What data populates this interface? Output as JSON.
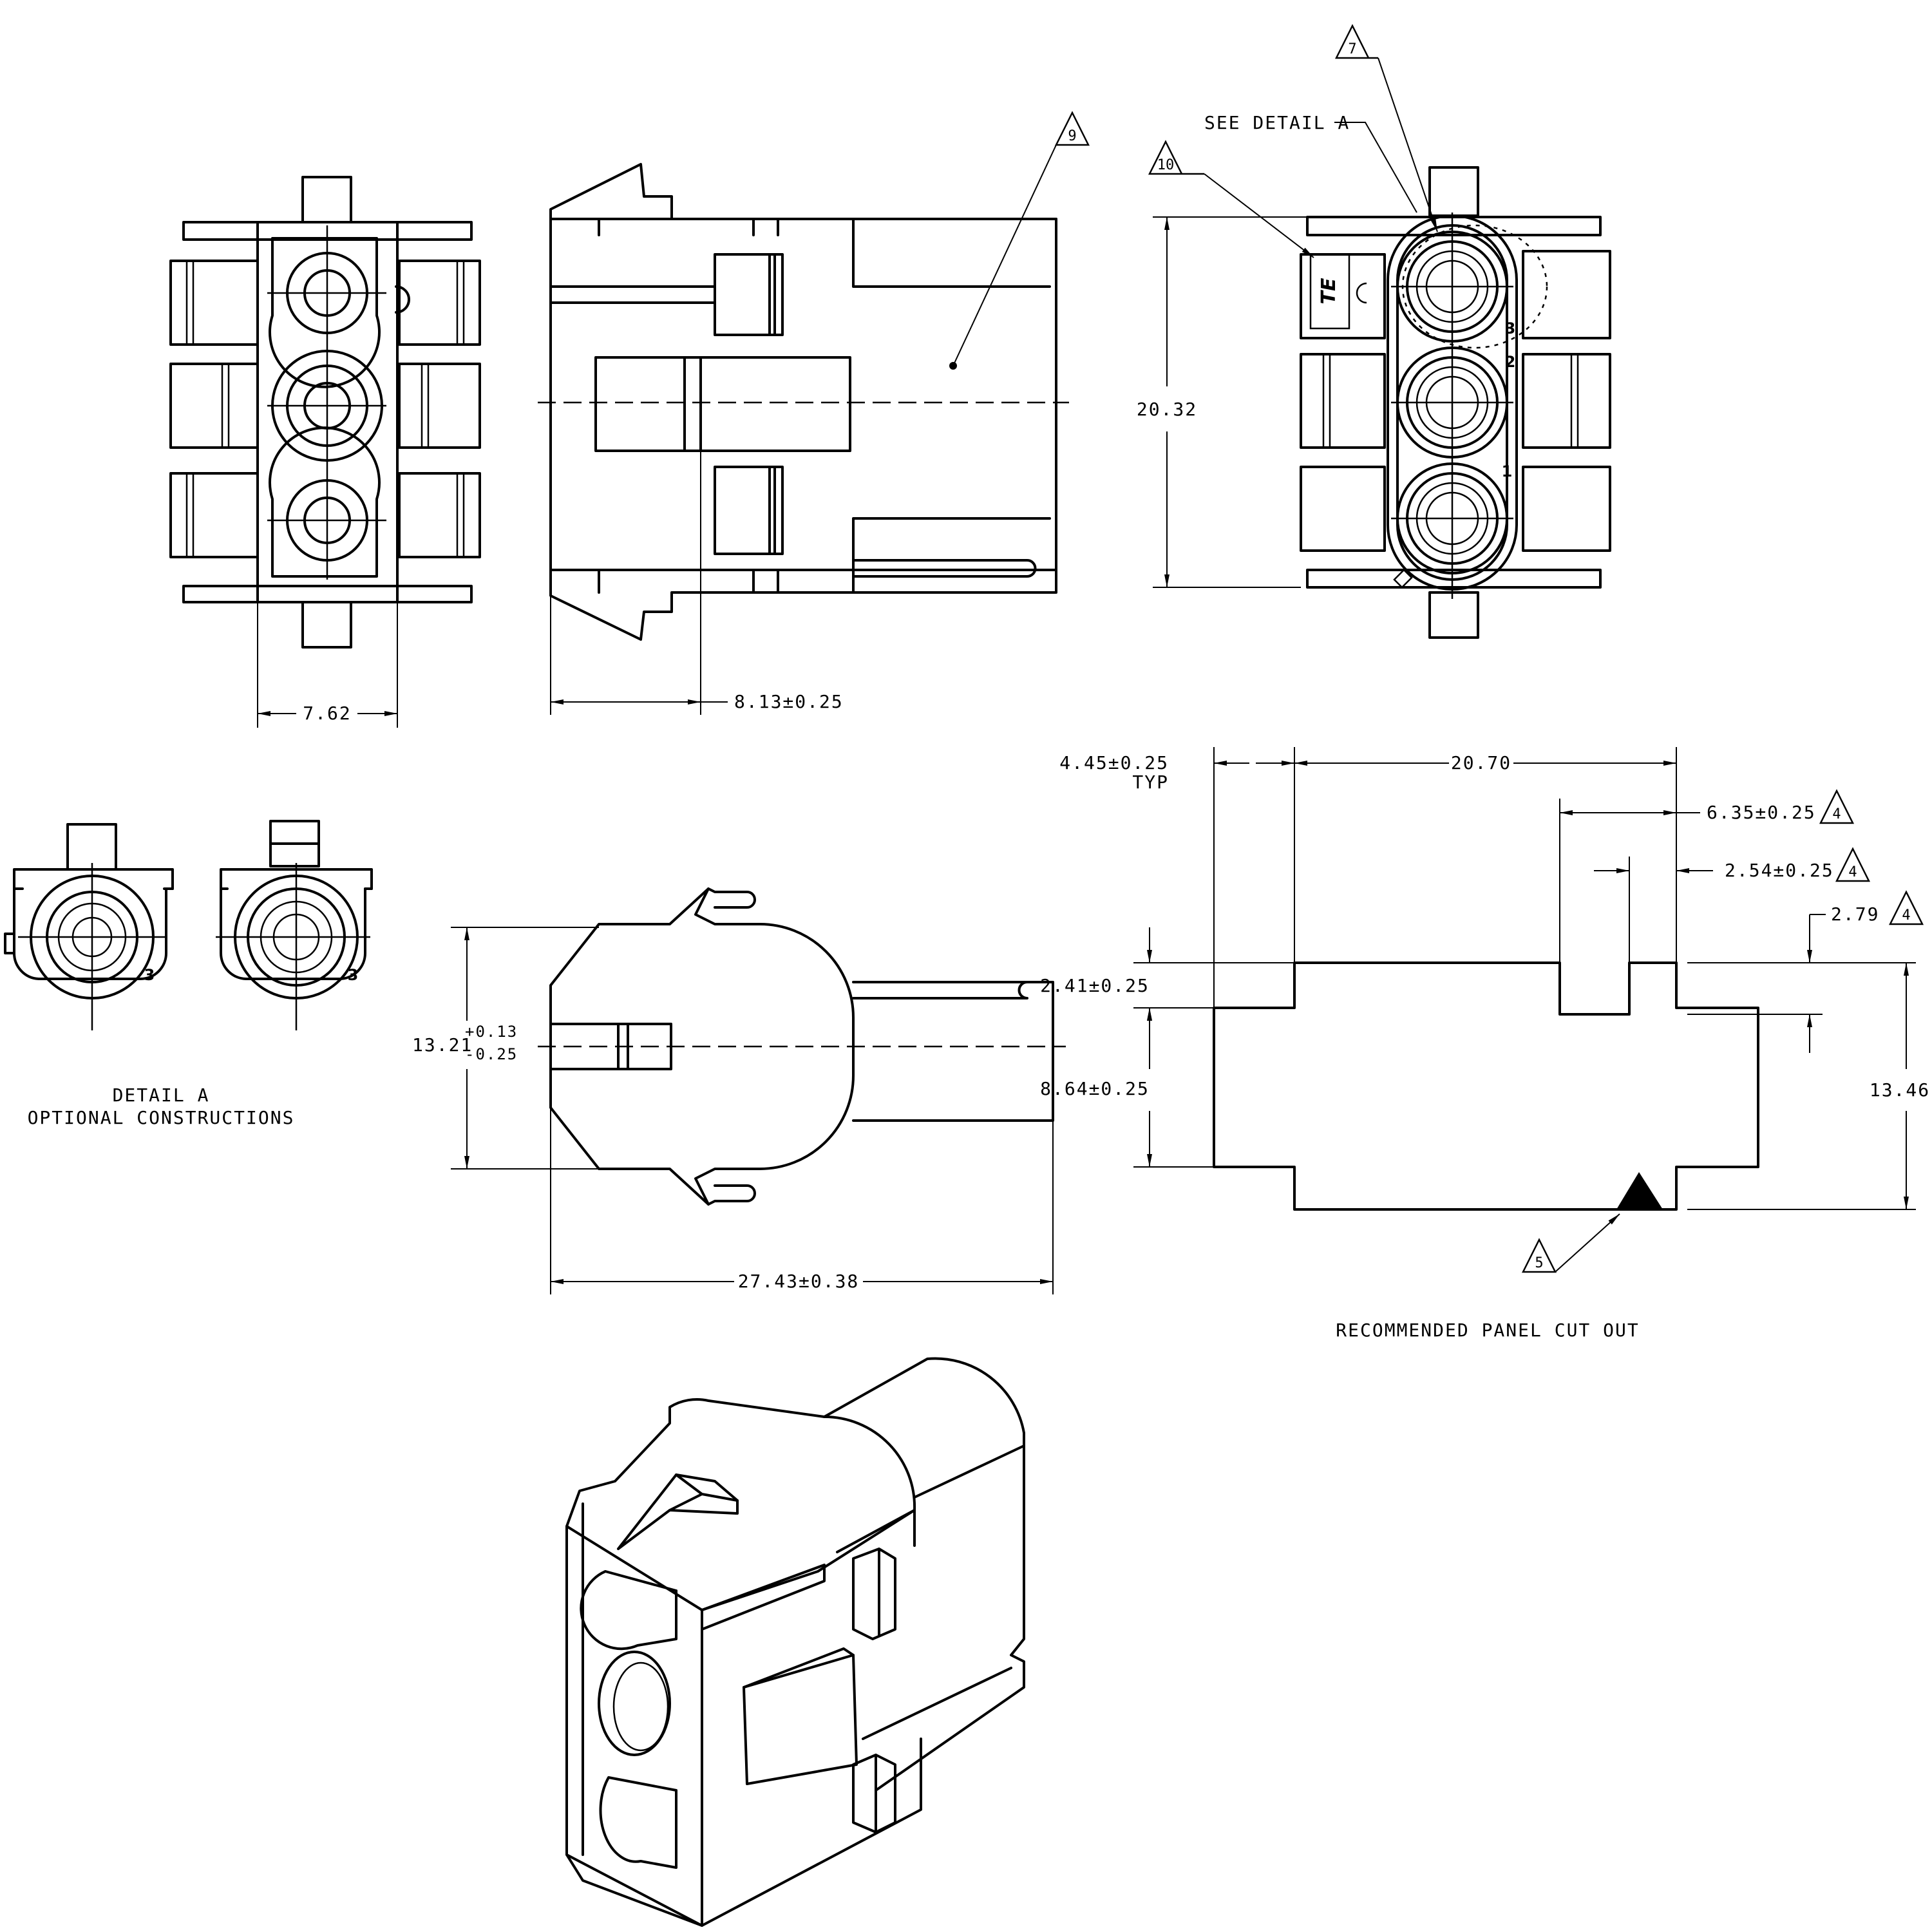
{
  "views": {
    "front_view": {},
    "side_view": {},
    "mating_face": {
      "circuit_numbers": [
        "1",
        "2",
        "3"
      ]
    },
    "detail_a": {
      "caption_line1": "DETAIL A",
      "caption_line2": "OPTIONAL CONSTRUCTIONS",
      "circuit_number": "3"
    },
    "top_view": {},
    "panel_cut_out": {
      "caption": "RECOMMENDED PANEL CUT OUT"
    },
    "isometric_view": {}
  },
  "callouts": {
    "see_detail_a": "SEE DETAIL A",
    "flag_4": "4",
    "flag_5": "5",
    "flag_7": "7",
    "flag_9": "9",
    "flag_10": "10",
    "logo": "TE"
  },
  "dimensions": {
    "pitch": "7.62",
    "latch_offset": "8.13±0.25",
    "height": "20.32",
    "width_main": "13.21",
    "width_tol_plus": "+0.13",
    "width_tol_minus": "-0.25",
    "length": "27.43±0.38",
    "typ_offset": "4.45±0.25",
    "typ": "TYP",
    "cutout_length": "20.70",
    "key_offset": "6.35±0.25",
    "key_width": "2.54±0.25",
    "key_depth": "2.79",
    "step_height": "2.41±0.25",
    "center_height": "8.64±0.25",
    "cutout_height": "13.46"
  }
}
